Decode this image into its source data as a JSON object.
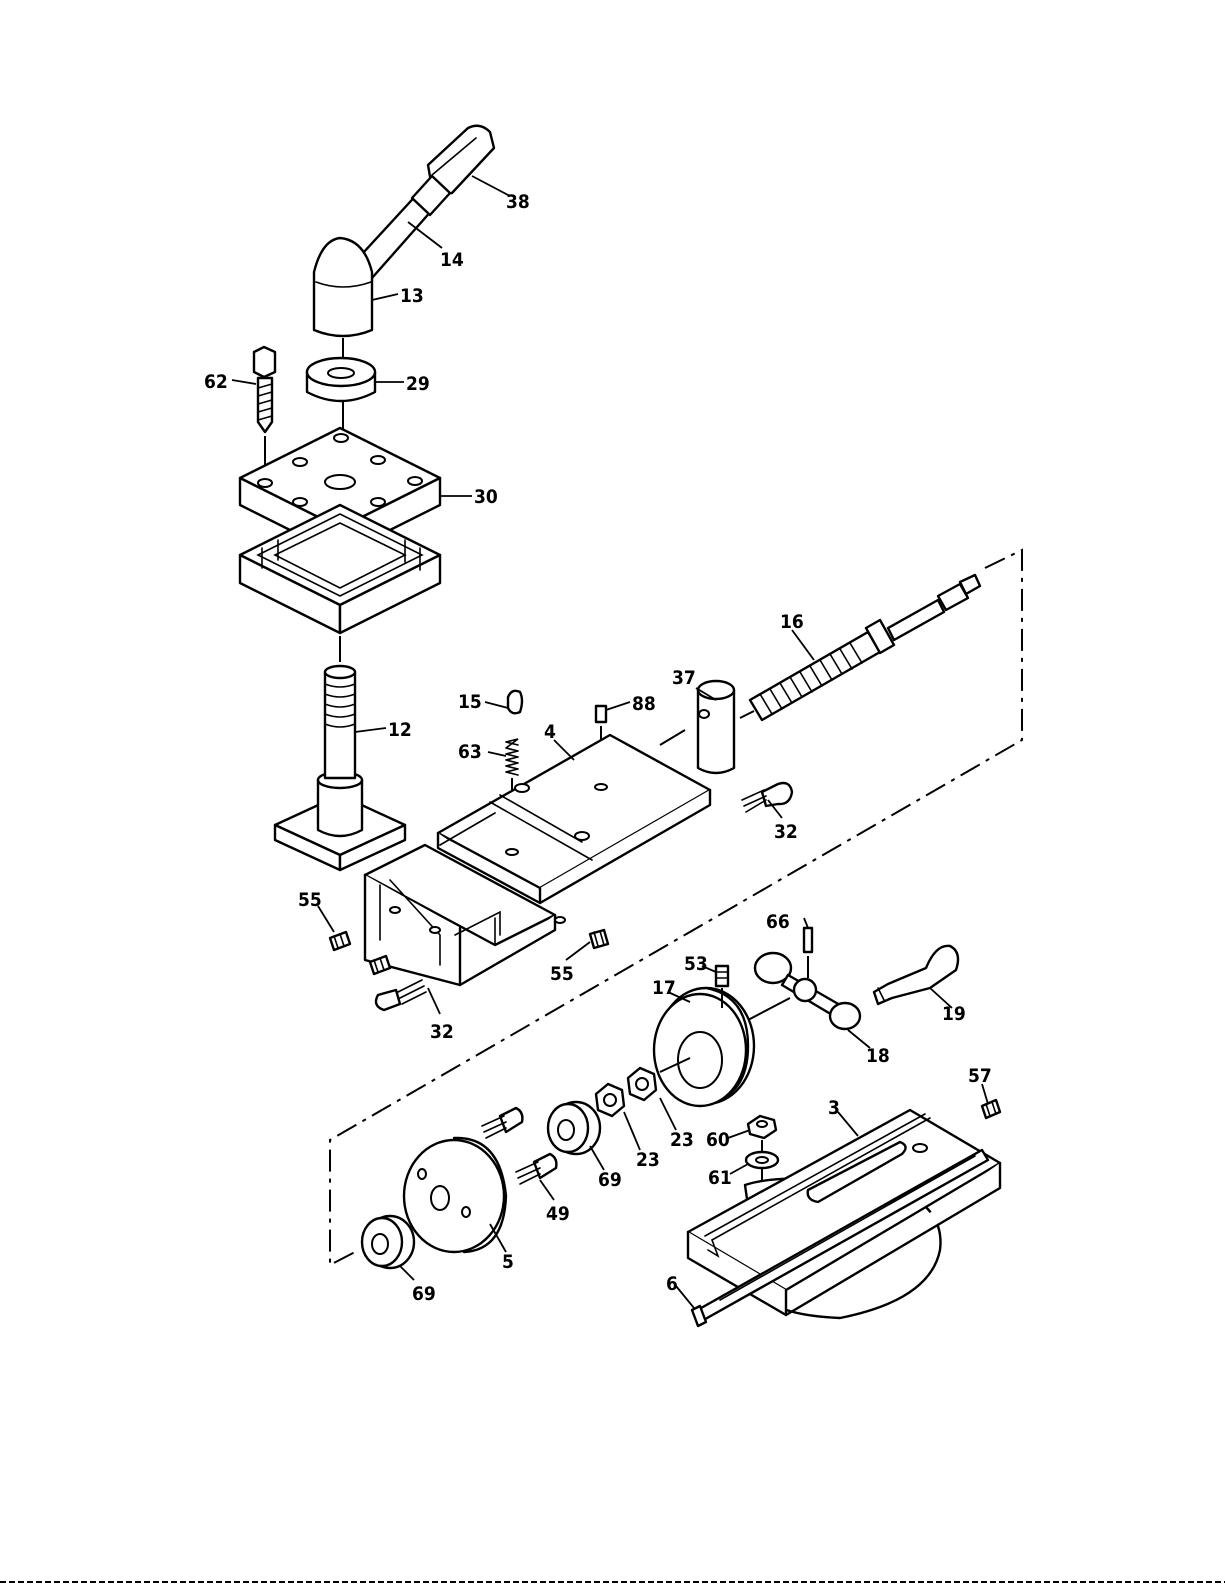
{
  "labels": {
    "p38": "38",
    "p14": "14",
    "p13": "13",
    "p62": "62",
    "p29": "29",
    "p30": "30",
    "p12": "12",
    "p15": "15",
    "p88": "88",
    "p4": "4",
    "p63": "63",
    "p37": "37",
    "p16": "16",
    "p32a": "32",
    "p55a": "55",
    "p55b": "55",
    "p32b": "32",
    "p66": "66",
    "p53": "53",
    "p17": "17",
    "p19": "19",
    "p18": "18",
    "p57": "57",
    "p3": "3",
    "p60": "60",
    "p61": "61",
    "p23a": "23",
    "p23b": "23",
    "p69a": "69",
    "p49": "49",
    "p5": "5",
    "p69b": "69",
    "p6": "6"
  }
}
